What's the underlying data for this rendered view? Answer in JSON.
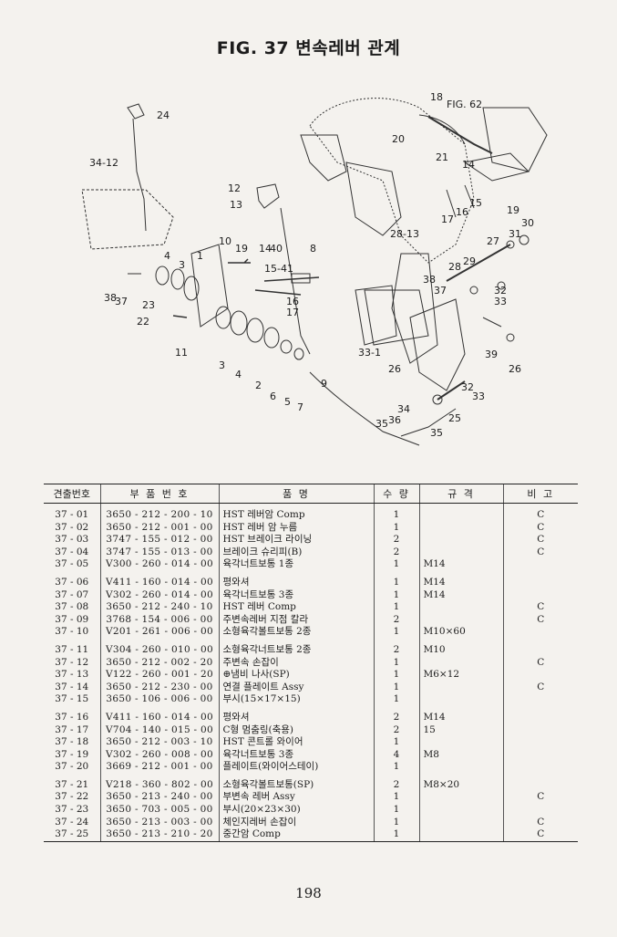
{
  "title": "FIG. 37 변속레버 관계",
  "diagram_labels": [
    {
      "id": "l24",
      "text": "24"
    },
    {
      "id": "l34_12",
      "text": "34-12"
    },
    {
      "id": "l18",
      "text": "18"
    },
    {
      "id": "lfig62",
      "text": "FIG. 62"
    },
    {
      "id": "l20",
      "text": "20"
    },
    {
      "id": "l21",
      "text": "21"
    },
    {
      "id": "l14a",
      "text": "14"
    },
    {
      "id": "l15a",
      "text": "15"
    },
    {
      "id": "l16a",
      "text": "16"
    },
    {
      "id": "l17a",
      "text": "17"
    },
    {
      "id": "l19a",
      "text": "19"
    },
    {
      "id": "l12",
      "text": "12"
    },
    {
      "id": "l13",
      "text": "13"
    },
    {
      "id": "l28_13",
      "text": "28-13"
    },
    {
      "id": "l10",
      "text": "10"
    },
    {
      "id": "l19b",
      "text": "19"
    },
    {
      "id": "l14b",
      "text": "14"
    },
    {
      "id": "l40",
      "text": "40"
    },
    {
      "id": "l8",
      "text": "8"
    },
    {
      "id": "l15_41",
      "text": "15-41"
    },
    {
      "id": "l4a",
      "text": "4"
    },
    {
      "id": "l3a",
      "text": "3"
    },
    {
      "id": "l1",
      "text": "1"
    },
    {
      "id": "l38a",
      "text": "38"
    },
    {
      "id": "l37a",
      "text": "37"
    },
    {
      "id": "l23",
      "text": "23"
    },
    {
      "id": "l22",
      "text": "22"
    },
    {
      "id": "l11",
      "text": "11"
    },
    {
      "id": "l16b",
      "text": "16"
    },
    {
      "id": "l17b",
      "text": "17"
    },
    {
      "id": "l27",
      "text": "27"
    },
    {
      "id": "l31",
      "text": "31"
    },
    {
      "id": "l30",
      "text": "30"
    },
    {
      "id": "l28",
      "text": "28"
    },
    {
      "id": "l29",
      "text": "29"
    },
    {
      "id": "l38b",
      "text": "38"
    },
    {
      "id": "l37b",
      "text": "37"
    },
    {
      "id": "l32a",
      "text": "32"
    },
    {
      "id": "l33a",
      "text": "33"
    },
    {
      "id": "l33_1",
      "text": "33-1"
    },
    {
      "id": "l39",
      "text": "39"
    },
    {
      "id": "l26a",
      "text": "26"
    },
    {
      "id": "l26b",
      "text": "26"
    },
    {
      "id": "l32b",
      "text": "32"
    },
    {
      "id": "l33b",
      "text": "33"
    },
    {
      "id": "l25",
      "text": "25"
    },
    {
      "id": "l3b",
      "text": "3"
    },
    {
      "id": "l4b",
      "text": "4"
    },
    {
      "id": "l2",
      "text": "2"
    },
    {
      "id": "l6",
      "text": "6"
    },
    {
      "id": "l5",
      "text": "5"
    },
    {
      "id": "l7",
      "text": "7"
    },
    {
      "id": "l9",
      "text": "9"
    },
    {
      "id": "l34",
      "text": "34"
    },
    {
      "id": "l36",
      "text": "36"
    },
    {
      "id": "l35a",
      "text": "35"
    },
    {
      "id": "l35b",
      "text": "35"
    }
  ],
  "table": {
    "headers": [
      "견출번호",
      "부 품 번 호",
      "품 명",
      "수 량",
      "규 격",
      "비 고"
    ],
    "rows": [
      {
        "no": "37 - 01",
        "part": "3650 - 212 - 200 - 10",
        "name": "HST 레버암 Comp",
        "qty": "1",
        "spec": "",
        "remark": "C"
      },
      {
        "no": "37 - 02",
        "part": "3650 - 212 - 001 - 00",
        "name": "HST 레버 암 누름",
        "qty": "1",
        "spec": "",
        "remark": "C"
      },
      {
        "no": "37 - 03",
        "part": "3747 - 155 - 012 - 00",
        "name": "HST 브레이크 라이닝",
        "qty": "2",
        "spec": "",
        "remark": "C"
      },
      {
        "no": "37 - 04",
        "part": "3747 - 155 - 013 - 00",
        "name": "브레이크 슈리피(B)",
        "qty": "2",
        "spec": "",
        "remark": "C"
      },
      {
        "no": "37 - 05",
        "part": "V300 - 260 - 014 - 00",
        "name": "육각너트보통 1종",
        "qty": "1",
        "spec": "M14",
        "remark": ""
      },
      {
        "no": "37 - 06",
        "part": "V411 - 160 - 014 - 00",
        "name": "평와셔",
        "qty": "1",
        "spec": "M14",
        "remark": ""
      },
      {
        "no": "37 - 07",
        "part": "V302 - 260 - 014 - 00",
        "name": "육각너트보통 3종",
        "qty": "1",
        "spec": "M14",
        "remark": ""
      },
      {
        "no": "37 - 08",
        "part": "3650 - 212 - 240 - 10",
        "name": "HST 레버 Comp",
        "qty": "1",
        "spec": "",
        "remark": "C"
      },
      {
        "no": "37 - 09",
        "part": "3768 - 154 - 006 - 00",
        "name": "주변속레버 지점 칼라",
        "qty": "2",
        "spec": "",
        "remark": "C"
      },
      {
        "no": "37 - 10",
        "part": "V201 - 261 - 006 - 00",
        "name": "소형육각볼트보통 2종",
        "qty": "1",
        "spec": "M10×60",
        "remark": ""
      },
      {
        "no": "37 - 11",
        "part": "V304 - 260 - 010 - 00",
        "name": "소형육각너트보통 2종",
        "qty": "2",
        "spec": "M10",
        "remark": ""
      },
      {
        "no": "37 - 12",
        "part": "3650 - 212 - 002 - 20",
        "name": "주변속 손잡이",
        "qty": "1",
        "spec": "",
        "remark": "C"
      },
      {
        "no": "37 - 13",
        "part": "V122 - 260 - 001 - 20",
        "name": "⊕냄비 나사(SP)",
        "qty": "1",
        "spec": "M6×12",
        "remark": ""
      },
      {
        "no": "37 - 14",
        "part": "3650 - 212 - 230 - 00",
        "name": "연결 플레이트 Assy",
        "qty": "1",
        "spec": "",
        "remark": "C"
      },
      {
        "no": "37 - 15",
        "part": "3650 - 106 - 006 - 00",
        "name": "부시(15×17×15)",
        "qty": "1",
        "spec": "",
        "remark": ""
      },
      {
        "no": "37 - 16",
        "part": "V411 - 160 - 014 - 00",
        "name": "평와셔",
        "qty": "2",
        "spec": "M14",
        "remark": ""
      },
      {
        "no": "37 - 17",
        "part": "V704 - 140 - 015 - 00",
        "name": "C형 멈춤링(축용)",
        "qty": "2",
        "spec": "15",
        "remark": ""
      },
      {
        "no": "37 - 18",
        "part": "3650 - 212 - 003 - 10",
        "name": "HST 콘트롤 와이어",
        "qty": "1",
        "spec": "",
        "remark": ""
      },
      {
        "no": "37 - 19",
        "part": "V302 - 260 - 008 - 00",
        "name": "육각너트보통 3종",
        "qty": "4",
        "spec": "M8",
        "remark": ""
      },
      {
        "no": "37 - 20",
        "part": "3669 - 212 - 001 - 00",
        "name": "플레이트(와이어스테이)",
        "qty": "1",
        "spec": "",
        "remark": ""
      },
      {
        "no": "37 - 21",
        "part": "V218 - 360 - 802 - 00",
        "name": "소형육각볼트보통(SP)",
        "qty": "2",
        "spec": "M8×20",
        "remark": ""
      },
      {
        "no": "37 - 22",
        "part": "3650 - 213 - 240 - 00",
        "name": "부변속 레버 Assy",
        "qty": "1",
        "spec": "",
        "remark": "C"
      },
      {
        "no": "37 - 23",
        "part": "3650 - 703 - 005 - 00",
        "name": "부시(20×23×30)",
        "qty": "1",
        "spec": "",
        "remark": ""
      },
      {
        "no": "37 - 24",
        "part": "3650 - 213 - 003 - 00",
        "name": "체인지레버 손잡이",
        "qty": "1",
        "spec": "",
        "remark": "C"
      },
      {
        "no": "37 - 25",
        "part": "3650 - 213 - 210 - 20",
        "name": "중간암 Comp",
        "qty": "1",
        "spec": "",
        "remark": "C"
      }
    ]
  },
  "page_number": "198"
}
